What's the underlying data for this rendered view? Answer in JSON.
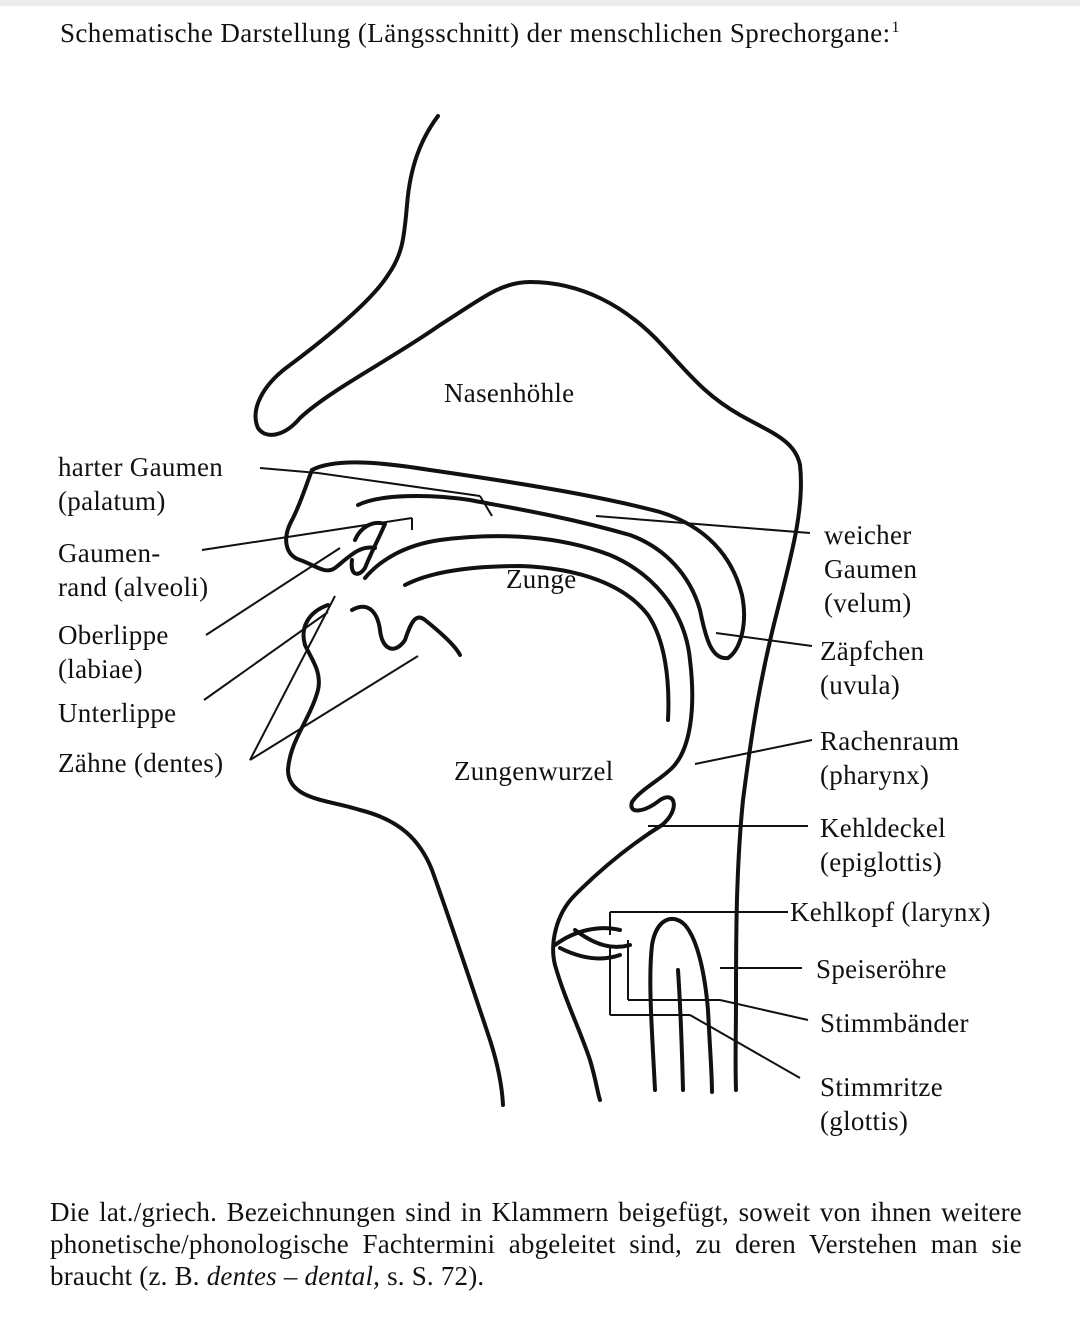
{
  "title": {
    "text": "Schematische Darstellung (Längsschnitt) der menschlichen Sprechorgane:",
    "footnote": "1"
  },
  "labels": {
    "nasenhoehle": "Nasenhöhle",
    "zunge": "Zunge",
    "zungenwurzel": "Zungenwurzel",
    "harter_gaumen": [
      "harter Gaumen",
      "(palatum)"
    ],
    "gaumenrand": [
      "Gaumen-",
      "rand (alveoli)"
    ],
    "oberlippe": [
      "Oberlippe",
      "(labiae)"
    ],
    "unterlippe": "Unterlippe",
    "zaehne": "Zähne (dentes)",
    "weicher_gaumen": [
      "weicher",
      "Gaumen",
      "(velum)"
    ],
    "zaepfchen": [
      "Zäpfchen",
      "(uvula)"
    ],
    "rachenraum": [
      "Rachenraum",
      "(pharynx)"
    ],
    "kehldeckel": [
      "Kehldeckel",
      "(epiglottis)"
    ],
    "kehlkopf": "Kehlkopf (larynx)",
    "speiseroehre": "Speiseröhre",
    "stimmbaender": "Stimmbänder",
    "stimmritze": [
      "Stimmritze",
      "(glottis)"
    ]
  },
  "caption": {
    "part1": "Die lat./griech. Bezeichnungen sind in Klammern beigefügt, soweit von ihnen weitere phonetische/phonologische Fachtermini abgeleitet sind, zu deren Verstehen man sie braucht (z. B. ",
    "example_term": "dentes",
    "dash": " – ",
    "example_derived": "dental,",
    "part2": " s. S. 72)."
  },
  "colors": {
    "ink": "#111111",
    "paper": "#ffffff"
  }
}
